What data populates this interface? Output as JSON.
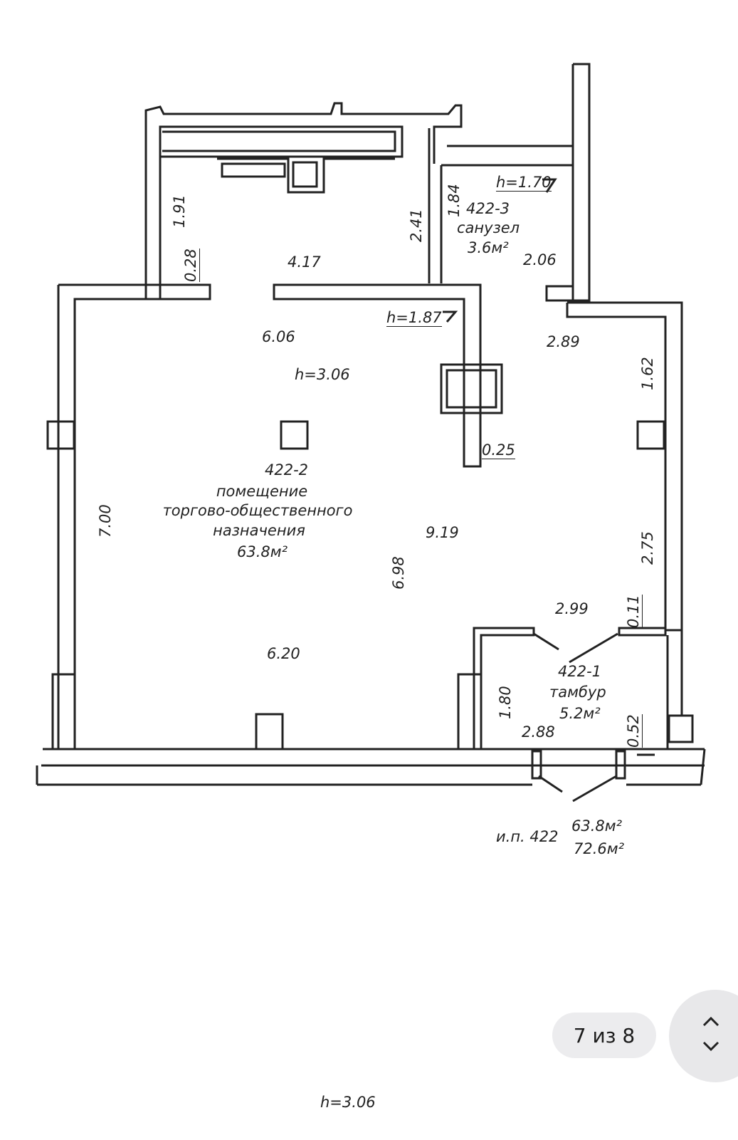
{
  "plan": {
    "rooms": [
      {
        "number": "422-2",
        "lines": [
          "помещение",
          "торгово-общественного",
          "назначения"
        ],
        "area": "63.8м²"
      },
      {
        "number": "422-3",
        "name": "санузел",
        "area": "3.6м²"
      },
      {
        "number": "422-1",
        "name": "тамбур",
        "area": "5.2м²"
      }
    ],
    "heights": {
      "main": "h=3.06",
      "sanuzel": "h=1.70",
      "passage": "h=1.87"
    },
    "dimensions": {
      "d_191": "1.91",
      "d_028": "0.28",
      "d_417": "4.17",
      "d_241": "2.41",
      "d_184": "1.84",
      "d_206": "2.06",
      "d_606": "6.06",
      "d_289": "2.89",
      "d_162": "1.62",
      "d_025": "0.25",
      "d_700": "7.00",
      "d_919": "9.19",
      "d_698": "6.98",
      "d_275": "2.75",
      "d_299": "2.99",
      "d_011": "0.11",
      "d_620": "6.20",
      "d_180": "1.80",
      "d_288": "2.88",
      "d_052": "0.52"
    },
    "summary": {
      "prefix": "и.п. 422",
      "area_living": "63.8м²",
      "area_total": "72.6м²"
    }
  },
  "viewer": {
    "counter": "7 из 8",
    "footer_height": "h=3.06",
    "icons": {
      "up": "chevron-up-icon",
      "down": "chevron-down-icon"
    }
  }
}
